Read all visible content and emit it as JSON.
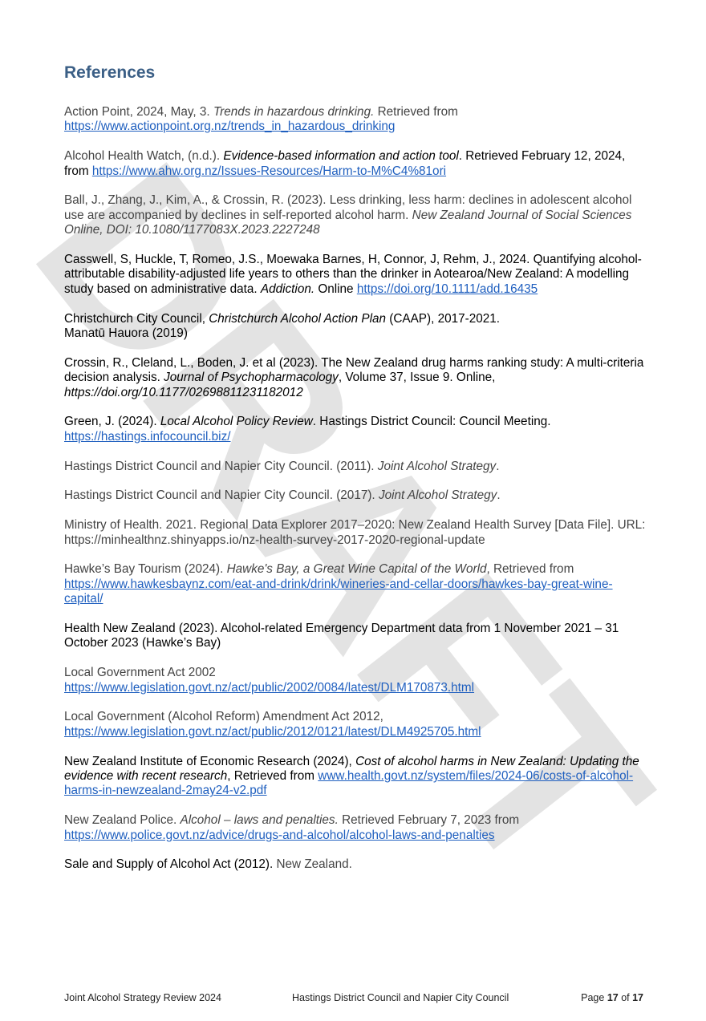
{
  "heading": "References",
  "watermark": "DRAFT",
  "references": [
    {
      "pre": "Action Point, 2024, May, 3. ",
      "italic": "Trends in hazardous drinking.",
      "post": " Retrieved from",
      "link": "https://www.actionpoint.org.nz/trends_in_hazardous_drinking"
    },
    {
      "pre": "Alcohol Health Watch, (n.d.). ",
      "italic": "Evidence-based information and action tool",
      "post": ". Retrieved February 12, 2024, from ",
      "link": "https://www.ahw.org.nz/Issues-Resources/Harm-to-M%C4%81ori"
    },
    {
      "pre": "Ball, J., Zhang, J., Kim, A., & Crossin, R. (2023). Less drinking, less harm: declines in adolescent alcohol use are accompanied by declines in self-reported alcohol harm. ",
      "italic": "New Zealand Journal of Social Sciences Online, DOI: 10.1080/1177083X.2023.2227248"
    },
    {
      "pre": "Casswell, S, Huckle, T, Romeo, J.S., Moewaka Barnes, H, Connor, J, Rehm, J., 2024. Quantifying alcohol-attributable disability-adjusted life years to others than the drinker in Aotearoa/New Zealand: A modelling study based on administrative data. ",
      "italic": "Addiction.",
      "post": " Online ",
      "link": "https://doi.org/10.1111/add.16435"
    },
    {
      "pre": "Christchurch City Council, ",
      "italic": "Christchurch Alcohol Action Plan",
      "post": " (CAAP), 2017-2021.",
      "line2": "Manatū Hauora (2019)"
    },
    {
      "pre": "Crossin, R., Cleland, L., Boden, J. et al (2023). The New Zealand drug harms ranking study: A multi-criteria decision analysis. ",
      "italic": "Journal of Psychopharmacology",
      "post": ", Volume 37, Issue 9. Online, ",
      "italic2": "https://doi.org/10.1177/02698811231182012"
    },
    {
      "pre": "Green, J. (2024). ",
      "italic": "Local Alcohol Policy Review",
      "post": ". Hastings District Council: Council Meeting.",
      "link": "https://hastings.infocouncil.biz/"
    },
    {
      "pre": "Hastings District Council and Napier City Council. (2011). ",
      "italic": "Joint Alcohol Strategy",
      "post": "."
    },
    {
      "pre": "Hastings District Council and Napier City Council. (2017). ",
      "italic": "Joint Alcohol Strategy",
      "post": "."
    },
    {
      "pre": "Ministry of Health. 2021. Regional Data Explorer 2017–2020: New Zealand Health Survey [Data File]. URL: https://minhealthnz.shinyapps.io/nz-health-survey-2017-2020-regional-update"
    },
    {
      "pre": "Hawke’s Bay Tourism (2024). ",
      "italic": "Hawke's Bay, a Great Wine Capital of the World",
      "post": ", Retrieved from",
      "link": "https://www.hawkesbaynz.com/eat-and-drink/drink/wineries-and-cellar-doors/hawkes-bay-great-wine-capital/"
    },
    {
      "pre": "Health New Zealand (2023). Alcohol-related Emergency Department data from 1 November 2021 – 31 October 2023 (Hawke’s Bay)"
    },
    {
      "pre": "Local Government Act 2002",
      "link": "https://www.legislation.govt.nz/act/public/2002/0084/latest/DLM170873.html"
    },
    {
      "pre": "Local Government (Alcohol Reform) Amendment Act 2012,",
      "link": "https://www.legislation.govt.nz/act/public/2012/0121/latest/DLM4925705.html"
    },
    {
      "pre": "New Zealand Institute of Economic Research (2024), ",
      "italic": "Cost of alcohol harms in New Zealand: Updating the evidence with recent research",
      "post": ", Retrieved from ",
      "link": "www.health.govt.nz/system/files/2024-06/costs-of-alcohol-harms-in-newzealand-2may24-v2.pdf"
    },
    {
      "pre": "New Zealand Police. ",
      "italic": "Alcohol – laws and penalties.",
      "post": " Retrieved February 7, 2023 from",
      "link": "https://www.police.govt.nz/advice/drugs-and-alcohol/alcohol-laws-and-penalties"
    },
    {
      "pre": "Sale and Supply of Alcohol Act (2012). ",
      "post": "New Zealand."
    }
  ],
  "footer": {
    "left": "Joint Alcohol Strategy Review 2024",
    "center": "Hastings District Council and Napier City Council",
    "page_prefix": "Page ",
    "page_current": "17",
    "page_of": " of ",
    "page_total": "17"
  }
}
